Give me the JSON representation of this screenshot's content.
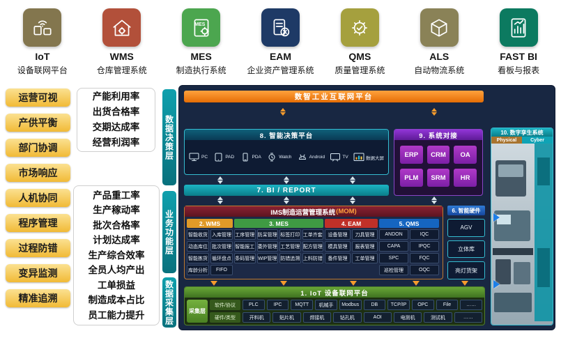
{
  "products": [
    {
      "abbr": "IoT",
      "name": "设备联网平台",
      "color": "#83764e"
    },
    {
      "abbr": "WMS",
      "name": "仓库管理系统",
      "color": "#b2503a"
    },
    {
      "abbr": "MES",
      "name": "制造执行系统",
      "color": "#4ca64f"
    },
    {
      "abbr": "EAM",
      "name": "企业资产管理系统",
      "color": "#1e3a66"
    },
    {
      "abbr": "QMS",
      "name": "质量管理系统",
      "color": "#a5a03e"
    },
    {
      "abbr": "ALS",
      "name": "自动物流系统",
      "color": "#8a8257"
    },
    {
      "abbr": "FAST BI",
      "name": "看板与报表",
      "color": "#0c7a60"
    }
  ],
  "goals": [
    "运营可视",
    "产供平衡",
    "部门协调",
    "市场响应",
    "人机协同",
    "程序管理",
    "过程防错",
    "变异监测",
    "精准追溯"
  ],
  "kpi_top": [
    "产能利用率",
    "出货合格率",
    "交期达成率",
    "经营利润率"
  ],
  "kpi_bottom": [
    "产品重工率",
    "生产稼动率",
    "批次合格率",
    "计划达成率",
    "生产综合效率",
    "全员人均产出",
    "工单损益",
    "制造成本占比",
    "员工能力提升"
  ],
  "layers": [
    "数据决策层",
    "业务功能层",
    "数据采集层"
  ],
  "platform_bar": "数智工业互联网平台",
  "decision": {
    "title": "8. 智能决策平台",
    "devices": [
      {
        "label": "PC"
      },
      {
        "label": "PAD"
      },
      {
        "label": "PDA"
      },
      {
        "label": "Watch"
      },
      {
        "label": "Android"
      },
      {
        "label": "TV"
      },
      {
        "label": "数据大屏"
      }
    ]
  },
  "integration": {
    "title": "9. 系统对接",
    "systems": [
      "ERP",
      "CRM",
      "OA",
      "PLM",
      "SRM",
      "HR"
    ]
  },
  "bi_bar": "7. BI / REPORT",
  "mom": {
    "title": "IMS制造运营管理系统",
    "title_suffix": "(MOM)",
    "wms": {
      "title": "2. WMS",
      "color": "#e09a28",
      "items": [
        "智能收货",
        "入库管理",
        "动态库位",
        "批次管理",
        "智能拣货",
        "循环盘点",
        "库龄分析",
        "FIFO"
      ]
    },
    "mes": {
      "title": "3. MES",
      "color": "#3f9a43",
      "items": [
        "工序管理",
        "防呆管理",
        "标签打印",
        "工单齐套",
        "智能报工",
        "委外管理",
        "工艺管理",
        "配方管理",
        "条码管理",
        "WIP管理",
        "防错追溯",
        "上料防错"
      ]
    },
    "eam": {
      "title": "4. EAM",
      "color": "#c03028",
      "items": [
        "设备管理",
        "刀具管理",
        "模具管理",
        "报表管理",
        "备件管理",
        "工单管理"
      ]
    },
    "qms": {
      "title": "5. QMS",
      "color": "#1565c0",
      "items": [
        "ANDON",
        "IQC",
        "CAPA",
        "IPQC",
        "SPC",
        "FQC",
        "巡检管理",
        "OQC"
      ]
    }
  },
  "hardware": {
    "title": "6. 智能硬件",
    "items": [
      "AGV",
      "立体库",
      "亮灯货架"
    ]
  },
  "iot": {
    "title": "1. IoT 设备联网平台",
    "collect_label": "采集层",
    "rows": [
      {
        "label": "软件/协议",
        "items": [
          "PLC",
          "IPC",
          "MQTT",
          "机械手",
          "Modbus",
          "DB",
          "TCP/IP",
          "OPC",
          "File",
          "……"
        ]
      },
      {
        "label": "硬件/类型",
        "items": [
          "开料机",
          "贴片机",
          "焊接机",
          "钻孔机",
          "AOI",
          "电测机",
          "测试机",
          "……"
        ]
      }
    ]
  },
  "twin": {
    "title": "10. 数字孪生系统",
    "tabs": [
      "Physical",
      "Cyber"
    ]
  }
}
